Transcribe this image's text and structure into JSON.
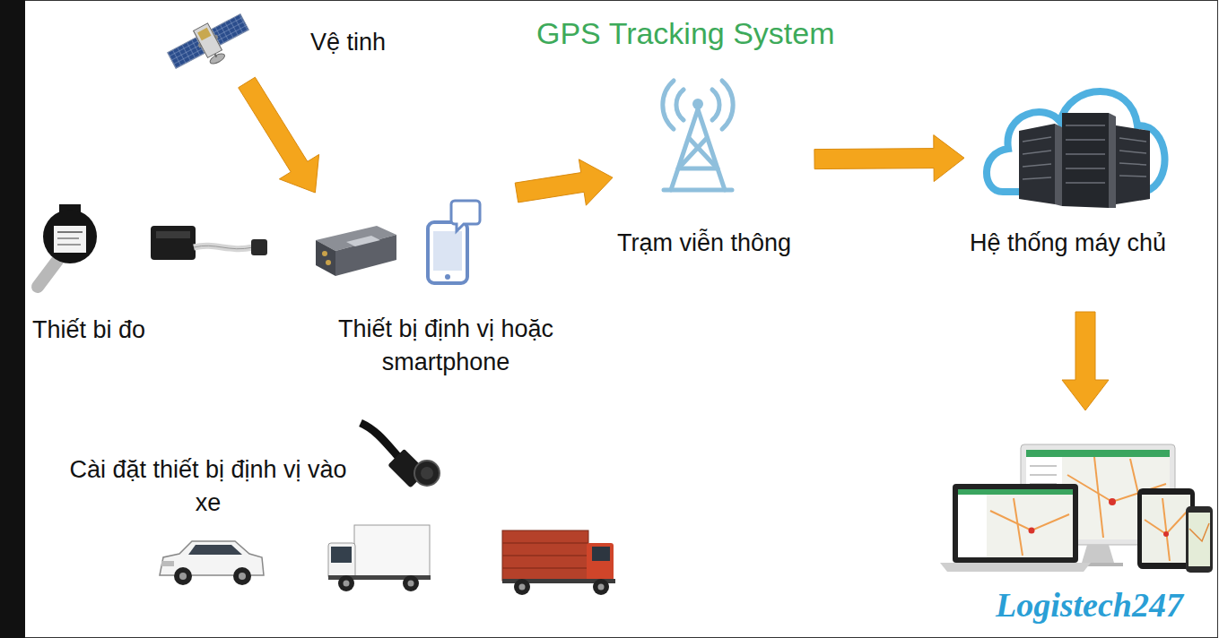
{
  "diagram": {
    "title": "GPS Tracking System",
    "nodes": [
      {
        "text": [
          "Vệ tinh"
        ]
      },
      {
        "text": [
          "Thiết bi đo"
        ]
      },
      {
        "text": [
          "Thiết bị định vị hoặc smartphone"
        ]
      },
      {
        "text": [
          "Trạm viễn thông"
        ]
      },
      {
        "text": [
          "Hệ thống máy chủ"
        ]
      },
      {
        "text": [
          "Cài đặt thiết bị định vị vào xe"
        ]
      }
    ],
    "edges": [
      {
        "from": 0,
        "to": 2,
        "arrow": "to"
      },
      {
        "from": 2,
        "to": 3,
        "arrow": "to"
      },
      {
        "from": 3,
        "to": 4,
        "arrow": "to"
      }
    ],
    "labels": [
      "Logistech247"
    ]
  }
}
